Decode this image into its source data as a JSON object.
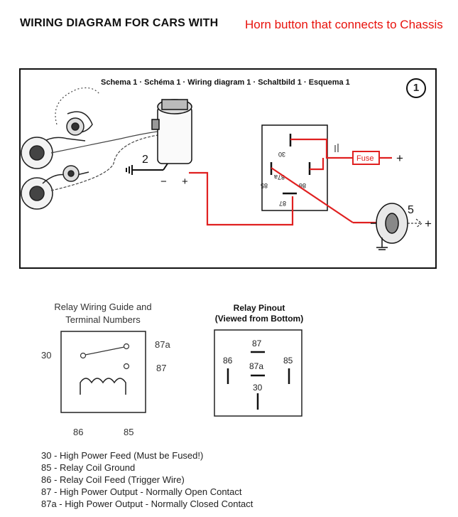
{
  "title": {
    "main": "WIRING DIAGRAM FOR CARS WITH",
    "highlight": "Horn button that connects to Chassis"
  },
  "schema": {
    "header": "Schema 1 · Schéma 1 · Wiring diagram 1 · Schaltbild 1 · Esquema 1",
    "number": "1",
    "labels": {
      "ground_num": "2",
      "minus": "−",
      "plus": "+",
      "fuse": "Fuse",
      "fuse_plus": "+",
      "switch_num": "5",
      "switch_plus": "+"
    },
    "relay_pins": {
      "p30": "30",
      "p87a": "87a",
      "p85": "85",
      "p86": "86",
      "p87": "87"
    }
  },
  "guide": {
    "title_line1": "Relay Wiring Guide and",
    "title_line2": "Terminal Numbers",
    "terminals": {
      "t30": "30",
      "t87a": "87a",
      "t87": "87",
      "t86": "86",
      "t85": "85"
    }
  },
  "pinout": {
    "title_line1": "Relay Pinout",
    "title_line2": "(Viewed from Bottom)",
    "pins": {
      "p87": "87",
      "p87a": "87a",
      "p86": "86",
      "p85": "85",
      "p30": "30"
    }
  },
  "legend": [
    "30 - High Power Feed (Must be Fused!)",
    "85 - Relay Coil Ground",
    "86 - Relay Coil Feed (Trigger Wire)",
    "87 - High Power Output - Normally Open Contact",
    "87a - High Power Output - Normally Closed Contact"
  ],
  "colors": {
    "wire": "#e02020",
    "ink": "#111111",
    "title_red": "#e8120c"
  }
}
